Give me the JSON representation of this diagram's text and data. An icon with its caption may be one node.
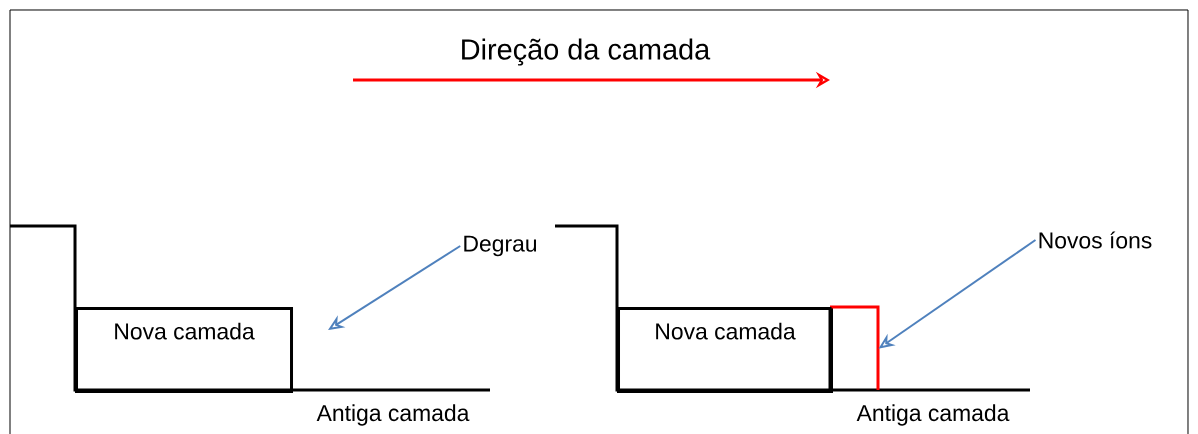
{
  "diagram": {
    "title": "Direção da camada",
    "nodes": [
      {
        "text": [
          "Nova camada"
        ]
      },
      {
        "text": [
          "Nova camada"
        ]
      },
      {
        "text": [],
        "shape": "box"
      },
      {
        "text": [
          "Degrau"
        ]
      },
      {
        "text": [
          "Novos íons"
        ]
      }
    ],
    "edges": [
      {
        "from": 3,
        "to": null,
        "arrow": "to"
      },
      {
        "from": 4,
        "to": 2,
        "arrow": "to"
      }
    ],
    "labels": [
      "Antiga camada",
      "Antiga camada"
    ]
  }
}
